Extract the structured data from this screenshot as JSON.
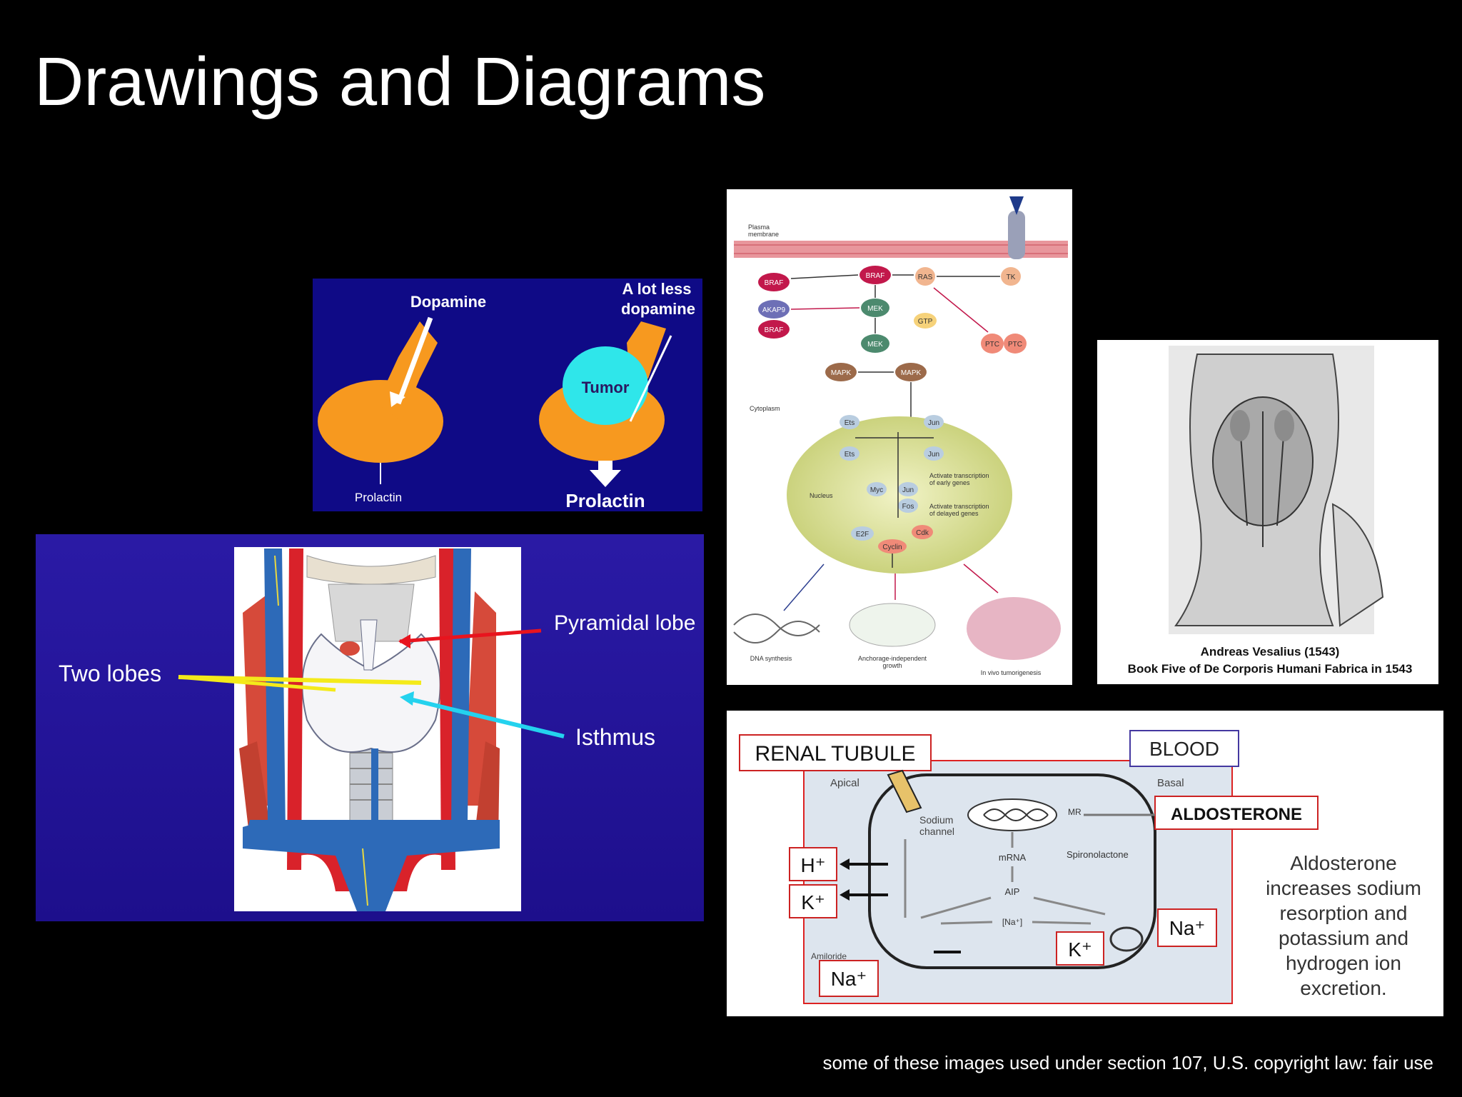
{
  "slide": {
    "title": "Drawings and Diagrams",
    "footnote": "some of these images used under section 107, U.S. copyright law: fair use"
  },
  "prolactin_panel": {
    "dopamine": "Dopamine",
    "a_lot_less_line1": "A lot less",
    "a_lot_less_line2": "dopamine",
    "tumor": "Tumor",
    "prolactin_small": "Prolactin",
    "prolactin_large": "Prolactin"
  },
  "thyroid_panel": {
    "pyramidal_lobe": "Pyramidal lobe",
    "two_lobes": "Two lobes",
    "isthmus": "Isthmus"
  },
  "signaling_panel": {
    "plasma_membrane_1": "Plasma",
    "plasma_membrane_2": "membrane",
    "cytoplasm": "Cytoplasm",
    "nucleus": "Nucleus",
    "braf": "BRAF",
    "braf_active": "BRAF",
    "akap9": "AKAP9",
    "braf_lower": "BRAF",
    "mek": "MEK",
    "mek_p": "MEK",
    "mapk": "MAPK",
    "mapk_p": "MAPK",
    "ras": "RAS",
    "gtp": "GTP",
    "tk": "TK",
    "ptc1": "PTC",
    "ptc2": "PTC",
    "ets": "Ets",
    "ets_p": "Ets",
    "jun": "Jun",
    "jun_p": "Jun",
    "myc": "Myc",
    "jun2": "Jun",
    "fos": "Fos",
    "e2f": "E2F",
    "cdk": "Cdk",
    "cyclin": "Cyclin",
    "early_genes_1": "Activate transcription",
    "early_genes_2": "of early genes",
    "delayed_genes_1": "Activate transcription",
    "delayed_genes_2": "of delayed genes",
    "dna_synthesis": "DNA synthesis",
    "anchorage_1": "Anchorage-independent",
    "anchorage_2": "growth",
    "in_vivo": "In vivo tumorigenesis"
  },
  "vesalius_panel": {
    "caption_line1": "Andreas Vesalius (1543)",
    "caption_line2": "Book Five of De Corporis Humani Fabrica in 1543"
  },
  "renal_panel": {
    "renal_tubule": "RENAL TUBULE",
    "blood": "BLOOD",
    "apical": "Apical",
    "basal": "Basal",
    "aldosterone": "ALDOSTERONE",
    "sodium_channel_1": "Sodium",
    "sodium_channel_2": "channel",
    "mr": "MR",
    "mrna": "mRNA",
    "spironolactone": "Spironolactone",
    "aip": "AIP",
    "na_inside": "[Na⁺]",
    "amiloride": "Amiloride",
    "h_ion": "H⁺",
    "k_ion_left": "K⁺",
    "k_ion_right": "K⁺",
    "na_right": "Na⁺",
    "na_bottom": "Na⁺",
    "desc_1": "Aldosterone",
    "desc_2": "increases sodium",
    "desc_3": "resorption and",
    "desc_4": "potassium  and",
    "desc_5": "hydrogen ion",
    "desc_6": "excretion."
  }
}
